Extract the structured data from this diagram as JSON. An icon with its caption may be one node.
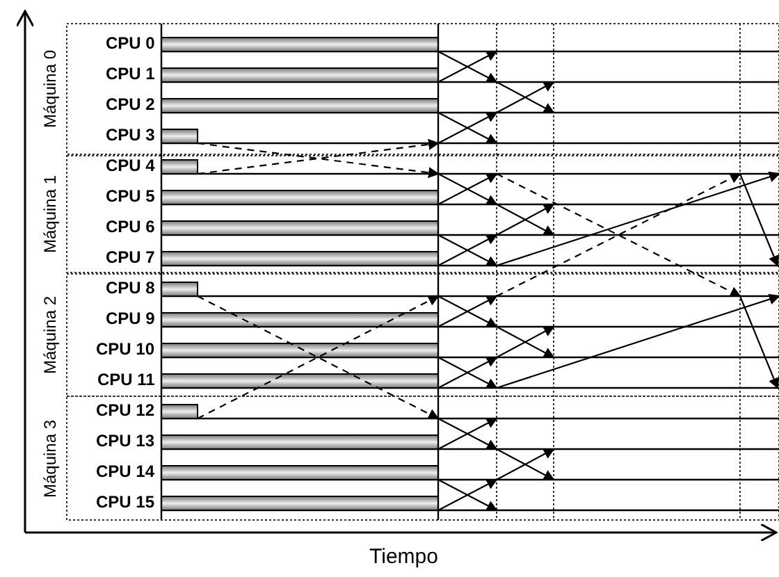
{
  "diagram": {
    "labels": [
      "Máquina 0",
      "CPU 0",
      "CPU 1",
      "CPU 2",
      "CPU 3",
      "Máquina 1",
      "CPU 4",
      "CPU 5",
      "CPU 6",
      "CPU 7",
      "Máquina 2",
      "CPU 8",
      "CPU 9",
      "CPU 10",
      "CPU 11",
      "Máquina 3",
      "CPU 12",
      "CPU 13",
      "CPU 14",
      "CPU 15",
      "Tiempo"
    ]
  }
}
